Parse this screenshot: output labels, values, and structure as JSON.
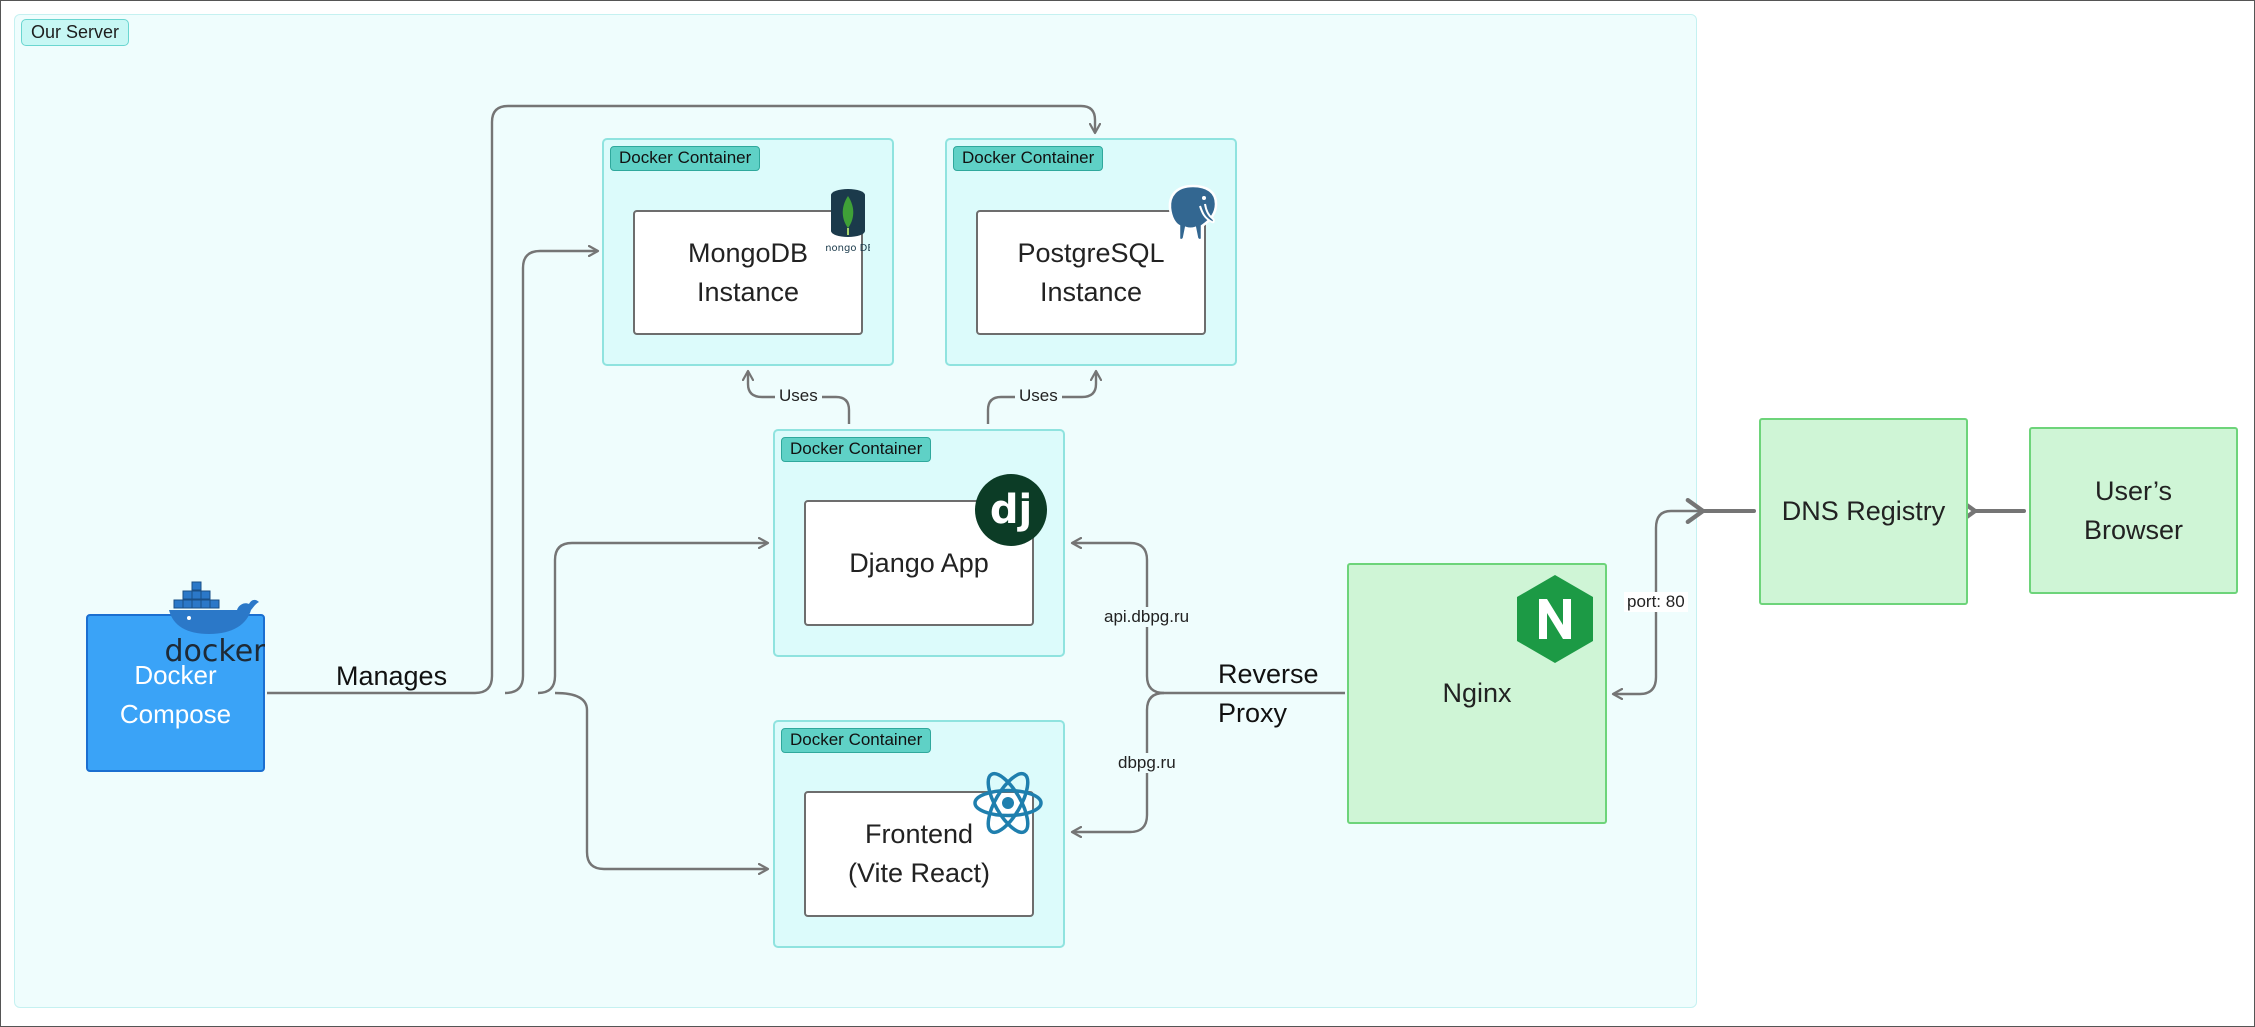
{
  "server": {
    "label": "Our Server"
  },
  "containers": {
    "tag": "Docker Container",
    "mongodb": {
      "line1": "MongoDB",
      "line2": "Instance",
      "icon": "mongodb-icon",
      "icon_text": "mongo DB"
    },
    "postgres": {
      "line1": "PostgreSQL",
      "line2": "Instance",
      "icon": "postgresql-elephant-icon"
    },
    "django": {
      "line1": "Django App",
      "icon": "django-icon",
      "icon_text": "dj"
    },
    "frontend": {
      "line1": "Frontend",
      "line2": "(Vite React)",
      "icon": "react-atom-icon"
    }
  },
  "docker_compose": {
    "line1": "Docker",
    "line2": "Compose",
    "icon": "docker-whale-icon",
    "icon_text": "docker"
  },
  "edges": {
    "manages": "Manages",
    "uses": "Uses",
    "api_domain": "api.dbpg.ru",
    "web_domain": "dbpg.ru",
    "reverse_proxy_line1": "Reverse",
    "reverse_proxy_line2": "Proxy",
    "port": "port: 80"
  },
  "nginx": {
    "label": "Nginx",
    "icon": "nginx-icon",
    "icon_text": "N"
  },
  "dns": {
    "label": "DNS Registry"
  },
  "browser": {
    "line1": "User’s",
    "line2": "Browser"
  },
  "colors": {
    "server_bg": "#effdfd",
    "container_bg": "#dcfbfb",
    "tag_bg": "#5fd1c6",
    "green_bg": "#cff5d6",
    "green_border": "#6dd47a",
    "docker_blue": "#3aa3f7",
    "wire": "#757575"
  }
}
